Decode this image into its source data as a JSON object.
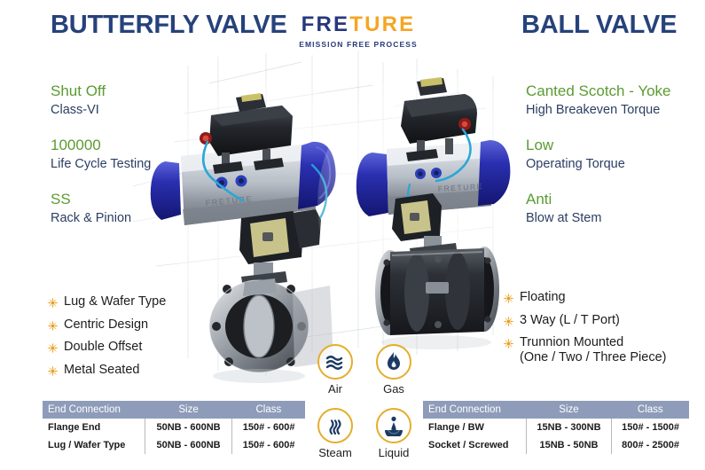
{
  "headings": {
    "left": "BUTTERFLY VALVE",
    "right": "BALL VALVE"
  },
  "logo": {
    "part1": "FRE",
    "part2": "TURE",
    "tagline": "EMISSION FREE PROCESS",
    "color_part1": "#29387c",
    "color_part2": "#f5a623"
  },
  "colors": {
    "heading": "#26427b",
    "feature_highlight": "#5b9b32",
    "feature_sub": "#2b3e63",
    "bullet_star": "#e8a020",
    "table_header_bg": "#8e9cba",
    "icon_ring": "#e3ae2b",
    "icon_fill": "#1b3a63"
  },
  "features_left": [
    {
      "highlight": "Shut Off",
      "sub": "Class-VI"
    },
    {
      "highlight": "100000",
      "sub": "Life Cycle Testing"
    },
    {
      "highlight": "SS",
      "sub": "Rack & Pinion"
    }
  ],
  "features_right": [
    {
      "highlight": "Canted Scotch - Yoke",
      "sub": "High Breakeven Torque"
    },
    {
      "highlight": "Low",
      "sub": "Operating Torque"
    },
    {
      "highlight": "Anti",
      "sub": "Blow at Stem"
    }
  ],
  "bullets_left": [
    {
      "line1": "Lug & Wafer Type",
      "line2": ""
    },
    {
      "line1": "Centric Design",
      "line2": ""
    },
    {
      "line1": "Double Offset",
      "line2": ""
    },
    {
      "line1": "Metal Seated",
      "line2": ""
    }
  ],
  "bullets_right": [
    {
      "line1": "Floating",
      "line2": ""
    },
    {
      "line1": "3 Way (L / T Port)",
      "line2": ""
    },
    {
      "line1": "Trunnion Mounted",
      "line2": "(One / Two / Three Piece)"
    }
  ],
  "media_icons": [
    {
      "icon": "air-waves-icon",
      "label": "Air"
    },
    {
      "icon": "gas-flame-icon",
      "label": "Gas"
    },
    {
      "icon": "steam-squiggle-icon",
      "label": "Steam"
    },
    {
      "icon": "liquid-droplet-icon",
      "label": "Liquid"
    }
  ],
  "spec_left": {
    "columns": [
      "End Connection",
      "Size",
      "Class"
    ],
    "rows": [
      [
        "Flange End",
        "50NB - 600NB",
        "150# - 600#"
      ],
      [
        "Lug / Wafer Type",
        "50NB - 600NB",
        "150# - 600#"
      ]
    ]
  },
  "spec_right": {
    "columns": [
      "End Connection",
      "Size",
      "Class"
    ],
    "rows": [
      [
        "Flange / BW",
        "15NB - 300NB",
        "150# - 1500#"
      ],
      [
        "Socket / Screwed",
        "15NB - 50NB",
        "800# - 2500#"
      ]
    ]
  },
  "product_images": {
    "left_brand_text": "FRETURE",
    "right_brand_text": "FRETURE"
  }
}
